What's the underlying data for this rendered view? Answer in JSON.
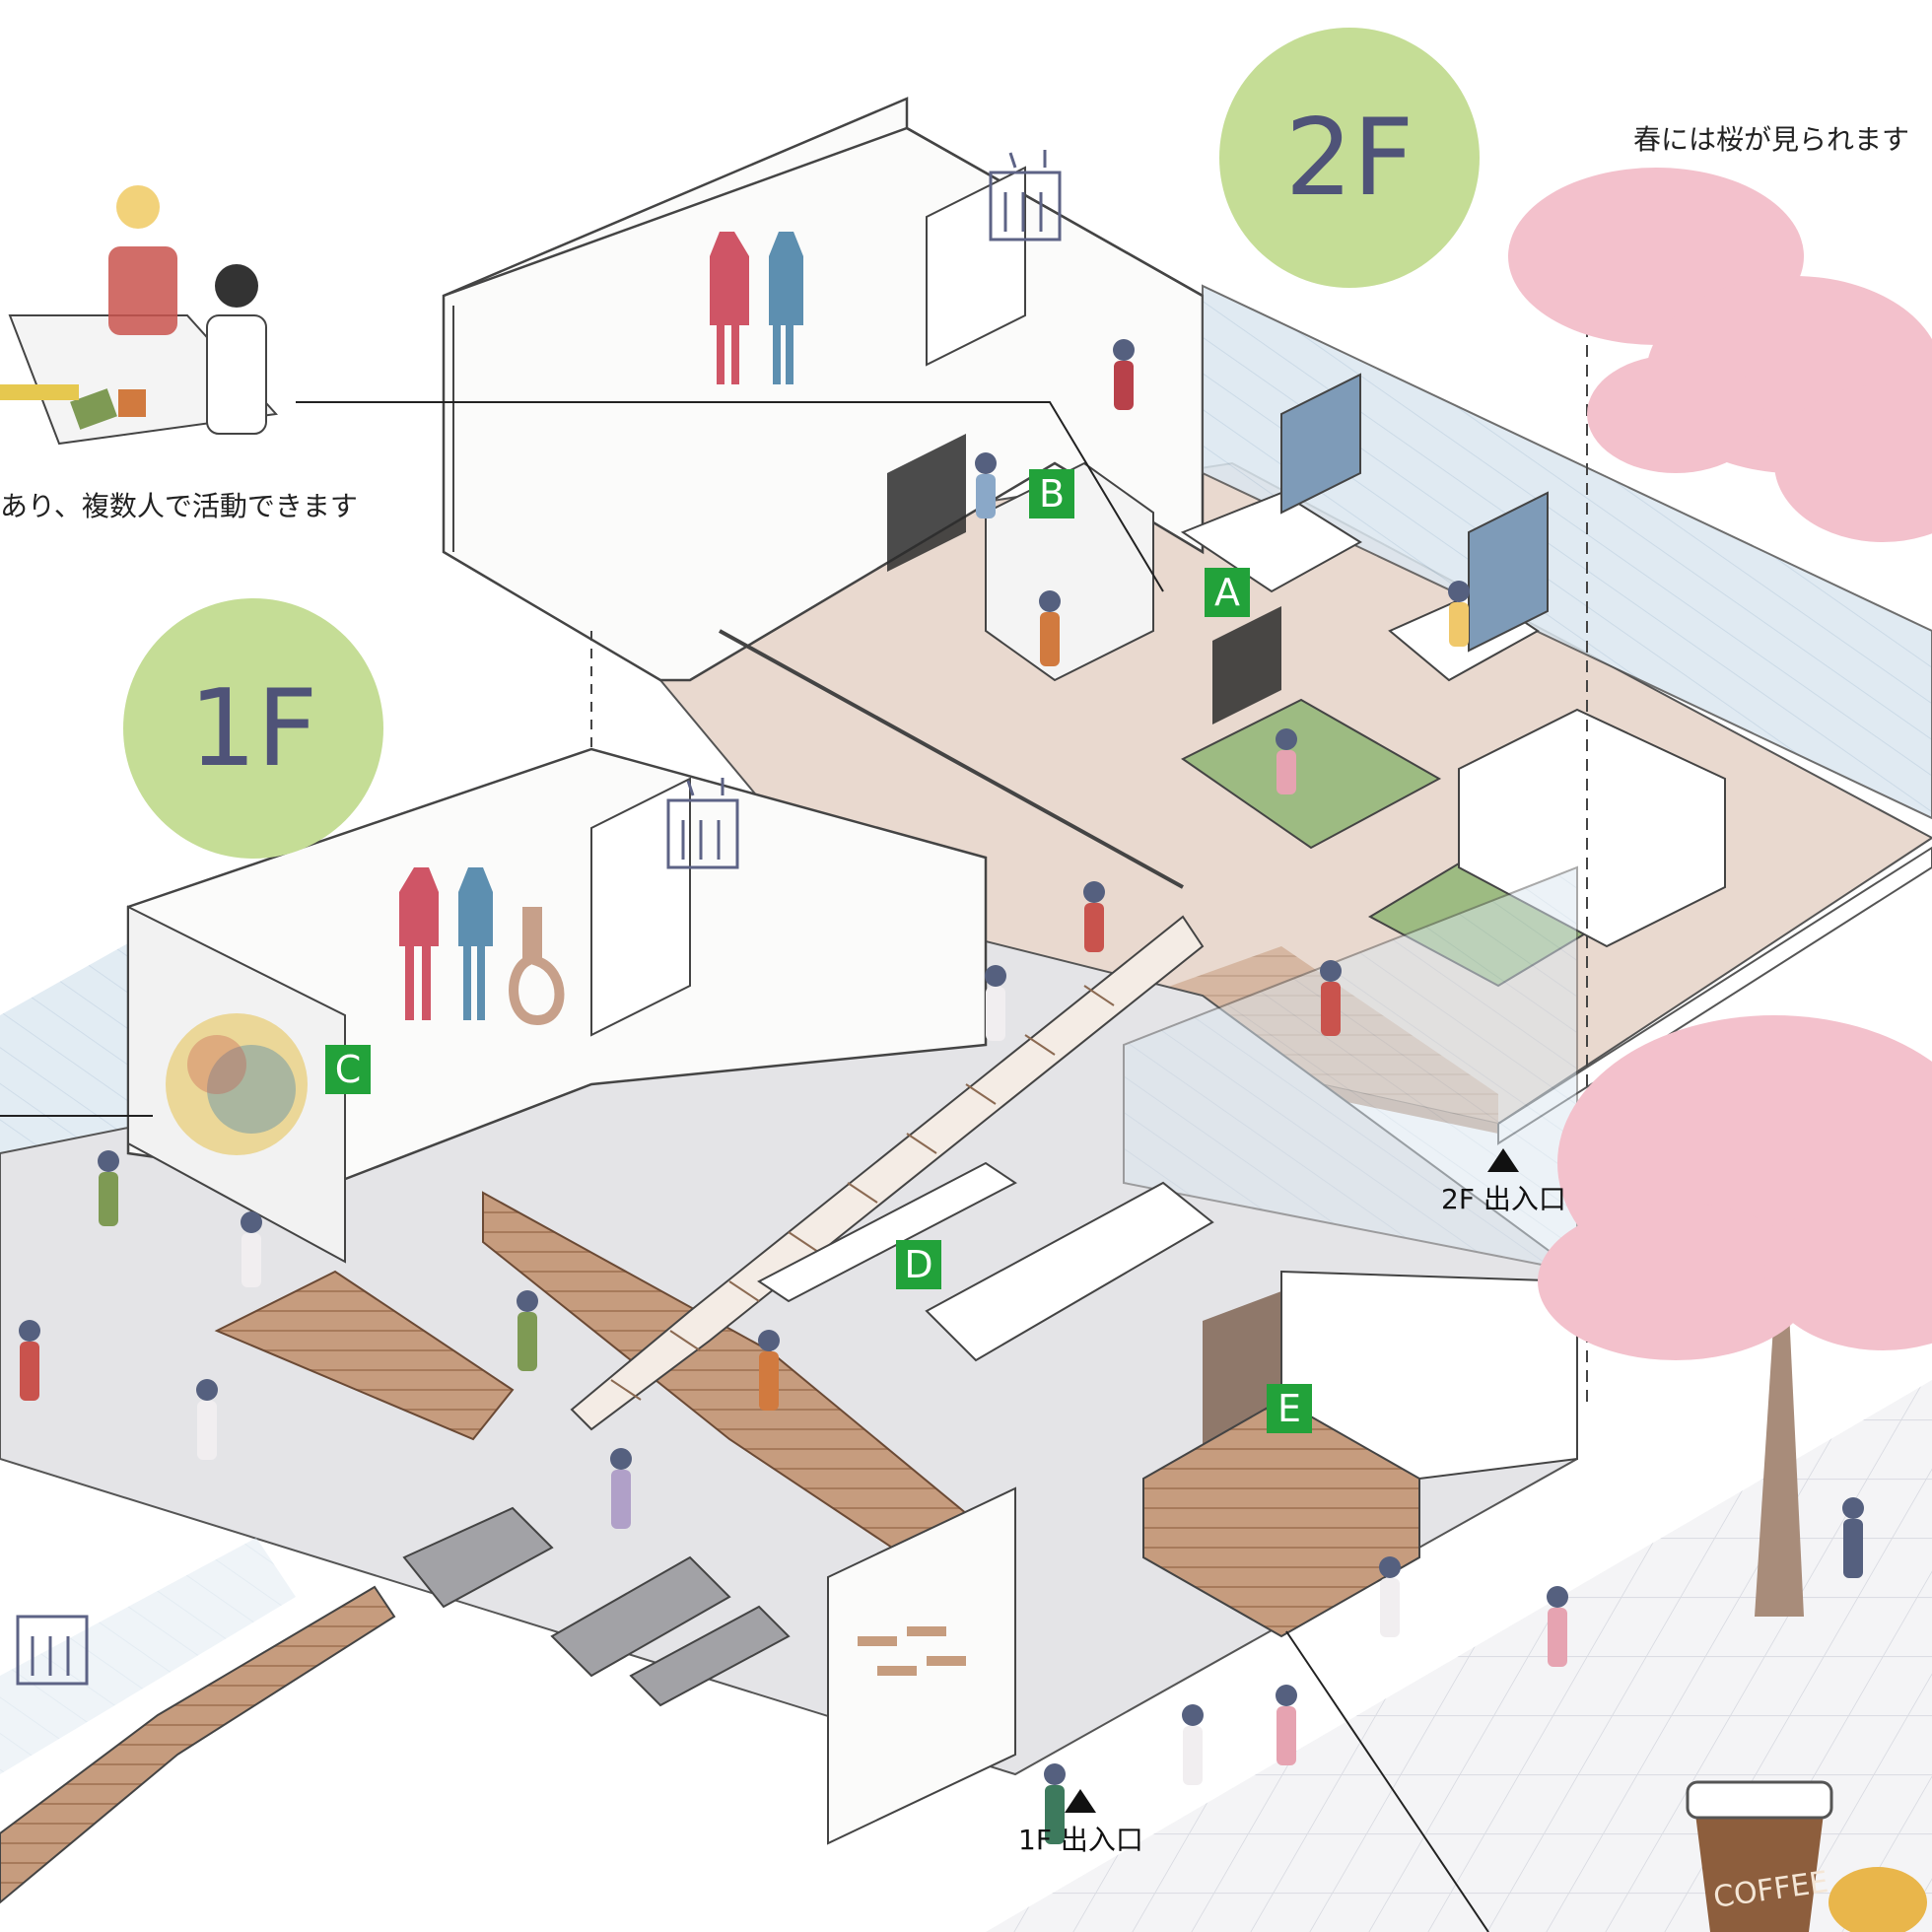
{
  "floors": {
    "upper": {
      "label": "2F",
      "badge_color": "#c5dd96",
      "text_color": "#4f5378"
    },
    "lower": {
      "label": "1F",
      "badge_color": "#c5dd96",
      "text_color": "#4f5378"
    }
  },
  "zones": [
    {
      "label": "A",
      "color": "#22a23a"
    },
    {
      "label": "B",
      "color": "#22a23a"
    },
    {
      "label": "C",
      "color": "#22a23a"
    },
    {
      "label": "D",
      "color": "#22a23a"
    },
    {
      "label": "E",
      "color": "#22a23a"
    }
  ],
  "captions": {
    "cherry_blossom": "春には桜が見られます",
    "group_activity": "あり、複数人で活動できます"
  },
  "entrances": {
    "upper": "2F 出入口",
    "lower": "1F 出入口"
  },
  "graphics": {
    "cup_text": "COFFEE"
  },
  "icons": [
    "restroom-icon",
    "elevator-icon",
    "accessible-restroom-icon",
    "entrance-arrow-icon"
  ]
}
